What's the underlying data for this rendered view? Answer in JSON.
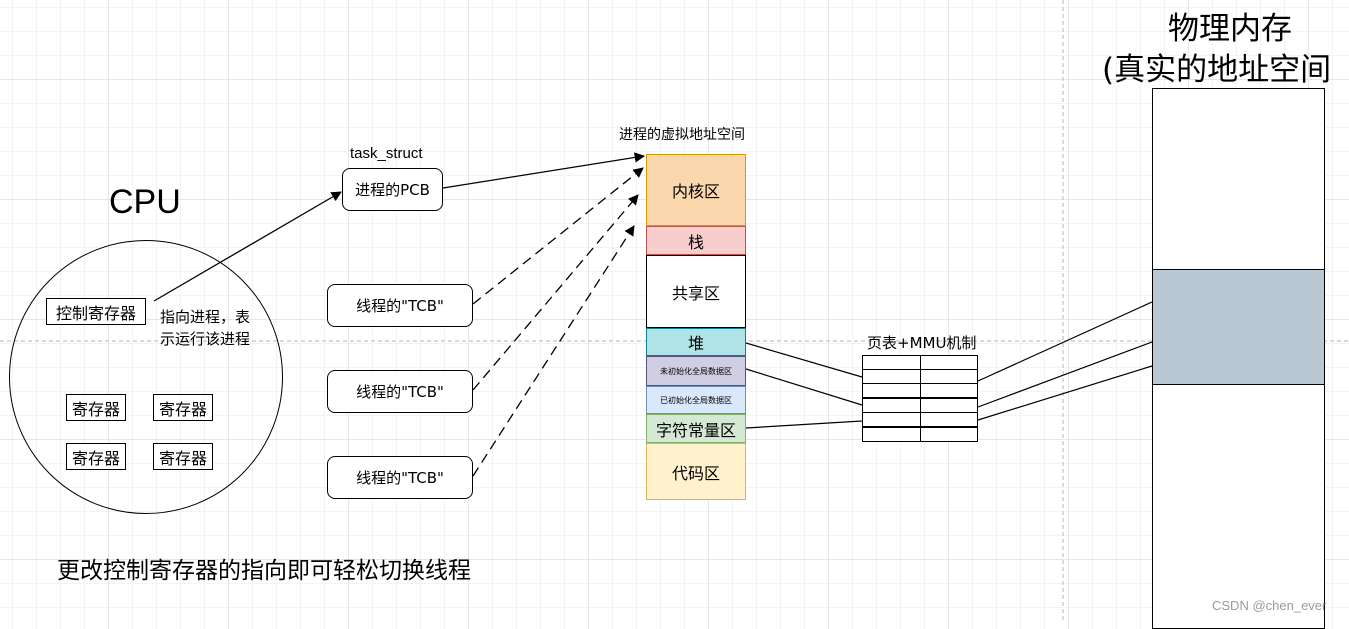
{
  "cpu": {
    "title": "CPU",
    "control_register": "控制寄存器",
    "pointer_note_line1": "指向进程，表",
    "pointer_note_line2": "示运行该进程",
    "registers": [
      "寄存器",
      "寄存器",
      "寄存器",
      "寄存器"
    ]
  },
  "process": {
    "struct_label": "task_struct",
    "pcb": "进程的PCB"
  },
  "threads": {
    "tcbs": [
      "线程的\"TCB\"",
      "线程的\"TCB\"",
      "线程的\"TCB\""
    ]
  },
  "virtual_space": {
    "title": "进程的虚拟地址空间",
    "segments": [
      "内核区",
      "栈",
      "共享区",
      "堆",
      "未初始化全局数据区",
      "已初始化全局数据区",
      "字符常量区",
      "代码区"
    ],
    "segment_colors": [
      "#fad7ac",
      "#f8cecc",
      "#ffffff",
      "#b0e3e6",
      "#d0cee2",
      "#dae8fc",
      "#d5e8d4",
      "#fff2cc"
    ]
  },
  "page_table": {
    "title": "页表+MMU机制"
  },
  "physical_memory": {
    "title_line1": "物理内存",
    "title_line2": "(真实的地址空间",
    "highlight_color": "#bac8d3"
  },
  "caption": "更改控制寄存器的指向即可轻松切换线程",
  "watermark": "CSDN @chen_ever"
}
